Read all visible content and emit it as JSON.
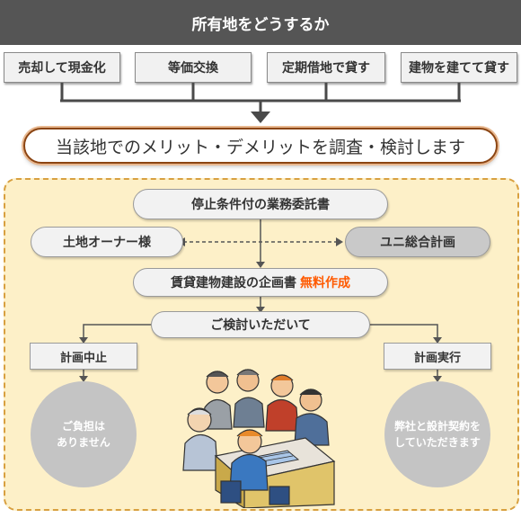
{
  "header": {
    "title": "所有地をどうするか"
  },
  "options": [
    {
      "label": "売却して現金化"
    },
    {
      "label": "等価交換"
    },
    {
      "label": "定期借地で貸す"
    },
    {
      "label": "建物を建てて貸す"
    }
  ],
  "survey": {
    "label": "当該地でのメリット・デメリットを調査・検討します"
  },
  "flow": {
    "contract": "停止条件付の業務委託書",
    "owner": "土地オーナー様",
    "company": "ユニ総合計画",
    "plan_label": "賃貸建物建設の企画書",
    "plan_free": "無料作成",
    "review": "ご検討いただいて",
    "stop": "計画中止",
    "execute": "計画実行",
    "stop_note_1": "ご負担は",
    "stop_note_2": "ありません",
    "exec_note_1": "弊社と設計契約を",
    "exec_note_2": "していただきます"
  },
  "colors": {
    "header_bg": "#555555",
    "panel_bg": "#fdf0c8",
    "panel_border": "#d8a040",
    "survey_border": "#8b4513",
    "accent_free": "#ff5a00",
    "circle_bg": "#c4c4c4"
  },
  "illustration": {
    "name": "meeting-people-illustration"
  }
}
